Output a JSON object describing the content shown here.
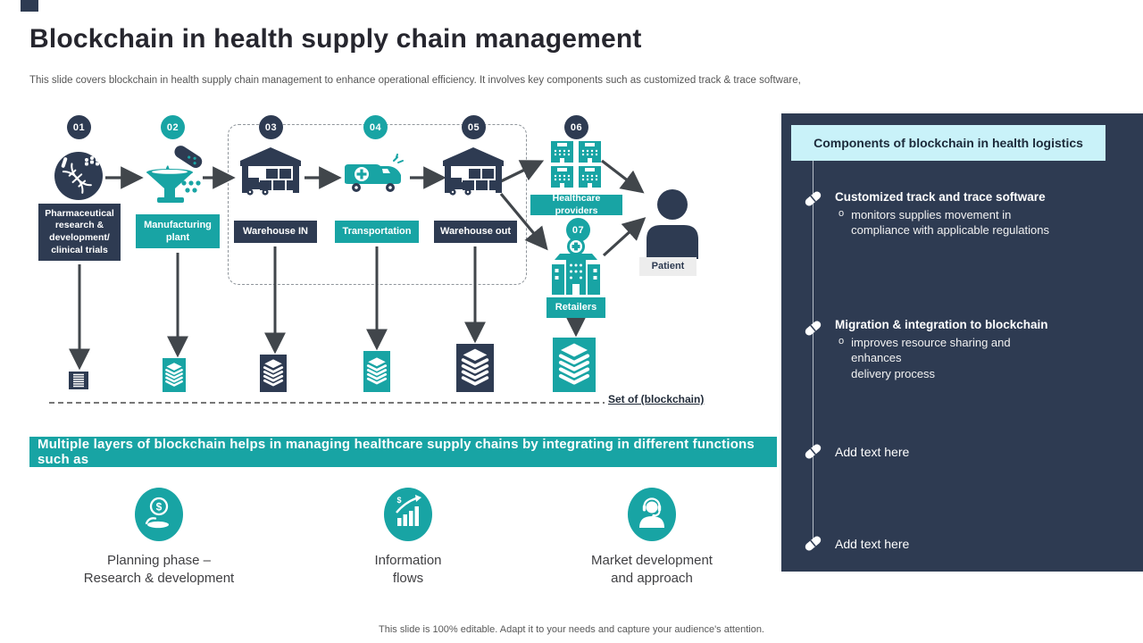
{
  "slide": {
    "title": "Blockchain in health supply chain management",
    "subtitle": "This slide covers blockchain in health supply chain management to enhance operational efficiency. It involves key  components such as customized track & trace software,",
    "footer": "This slide is 100% editable. Adapt it to your needs and capture your audience's attention."
  },
  "flow": {
    "steps": [
      {
        "number": "01",
        "label": "Pharmaceutical research & development/ clinical trials"
      },
      {
        "number": "02",
        "label": "Manufacturing plant"
      },
      {
        "number": "03",
        "label": "Warehouse IN"
      },
      {
        "number": "04",
        "label": "Transportation"
      },
      {
        "number": "05",
        "label": "Warehouse out"
      },
      {
        "number": "06",
        "label": "Healthcare providers"
      },
      {
        "number": "07",
        "label": "Retailers"
      }
    ],
    "patient_label": "Patient",
    "set_label": "Set of (blockchain)"
  },
  "banner": "Multiple layers of blockchain helps in managing  healthcare supply chains by integrating in different functions such as",
  "functions": [
    {
      "label": "Planning phase –\nResearch & development",
      "icon": "hand-dollar-icon"
    },
    {
      "label": "Information\nflows",
      "icon": "growth-chart-icon"
    },
    {
      "label": "Market development\nand approach",
      "icon": "support-agent-icon"
    }
  ],
  "sidebar": {
    "header": "Components of blockchain in health logistics",
    "items": [
      {
        "title": "Customized track and trace software",
        "marker": "o",
        "bullet": "monitors supplies movement in\ncompliance with applicable  regulations"
      },
      {
        "title": "Migration & integration to blockchain",
        "marker": "o",
        "bullet": "improves resource sharing  and enhances\ndelivery  process"
      },
      {
        "title": "Add text here",
        "marker": "",
        "bullet": ""
      },
      {
        "title": "Add text here",
        "marker": "",
        "bullet": ""
      }
    ]
  },
  "colors": {
    "navy": "#2e3b52",
    "teal": "#18a4a4",
    "cyan_header": "#c9f2f9",
    "arrow": "#41464b",
    "patient_box": "#ededed"
  }
}
